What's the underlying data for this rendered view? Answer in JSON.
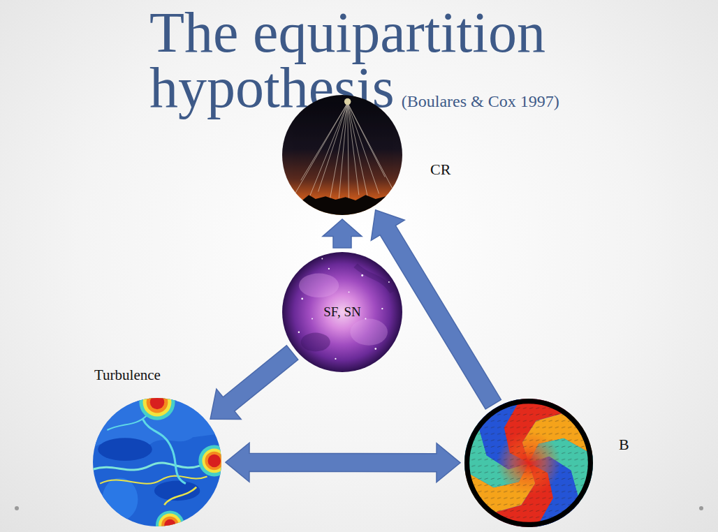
{
  "diagram": {
    "title": "The equipartition hypothesis",
    "nodes": [
      {
        "text": [
          "CR"
        ]
      },
      {
        "text": [
          "SF, SN"
        ]
      },
      {
        "text": [
          "Turbulence"
        ]
      },
      {
        "text": [
          "B"
        ]
      }
    ],
    "edges": [
      {
        "from": 1,
        "to": 0,
        "arrow": "to"
      },
      {
        "from": 1,
        "to": 2,
        "arrow": "to"
      },
      {
        "from": 3,
        "to": 0,
        "arrow": "to"
      },
      {
        "from": 2,
        "to": 3,
        "arrow": "both"
      }
    ],
    "labels": [
      "(Boulares & Cox 1997)"
    ]
  }
}
